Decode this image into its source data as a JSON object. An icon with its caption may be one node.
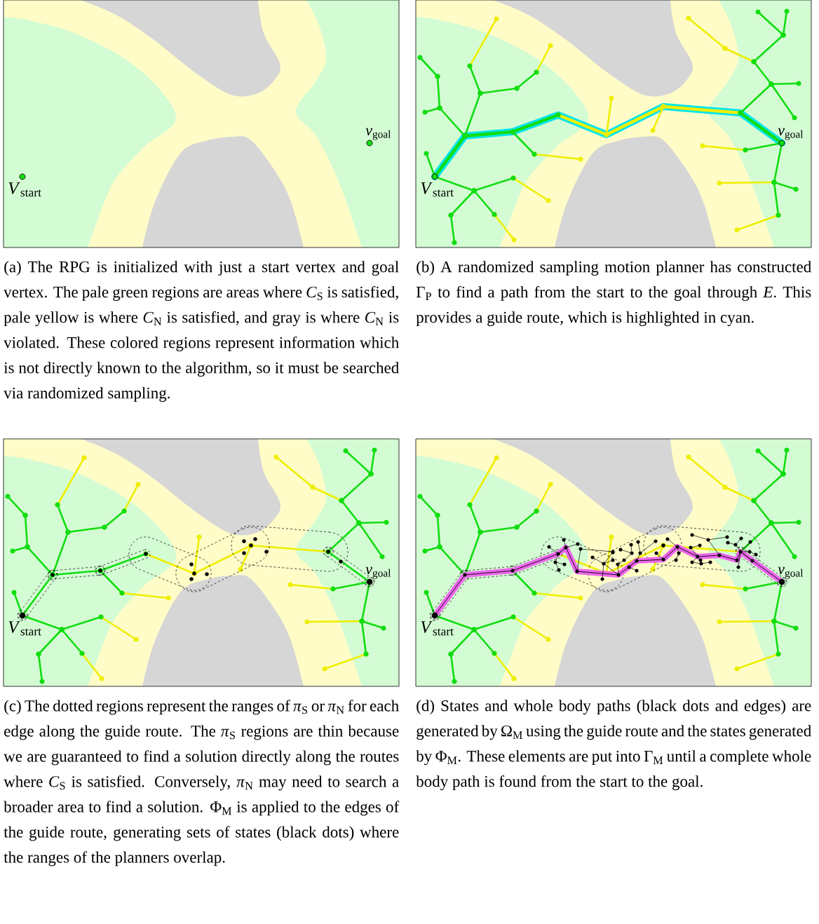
{
  "diagram": {
    "nodes": [
      {
        "text": [
          "*V*$_{start}$"
        ]
      },
      {
        "text": [
          "*v*$_{goal}$"
        ]
      },
      {
        "text": [
          "*V*$_{start}$"
        ]
      },
      {
        "text": [
          "*v*$_{goal}$"
        ]
      },
      {
        "text": [
          "*V*$_{start}$"
        ]
      },
      {
        "text": [
          "*v*$_{goal}$"
        ]
      },
      {
        "text": [
          "*V*$_{start}$"
        ]
      },
      {
        "text": [
          "*v*$_{goal}$"
        ]
      }
    ],
    "labels": [
      "(a) The RPG is initialized with just a start vertex and goal vertex. The pale green regions are areas where *C*$_{S}$ is satisfied, pale yellow is where *C*$_{N}$ is satisfied, and gray is where *C*$_{N}$ is violated. These colored regions represent information which is not directly known to the algorithm, so it must be searched via randomized sampling.",
      "(b) A randomized sampling motion planner has constructed Γ$_{P}$ to find a path from the start to the goal through *E*. This provides a guide route, which is highlighted in cyan.",
      "(c) The dotted regions represent the ranges of *π*$_{S}$ or *π*$_{N}$ for each edge along the guide route. The *π*$_{S}$ regions are thin because we are guaranteed to find a solution directly along the routes where *C*$_{S}$ is satisfied. Conversely, *π*$_{N}$ may need to search a broader area to find a solution. Φ$_{M}$ is applied to the edges of the guide route, generating sets of states (black dots) where the ranges of the planners overlap.",
      "(d) States and whole body paths (black dots and edges) are generated by Ω$_{M}$ using the guide route and the states generated by Φ$_{M}$. These elements are put into Γ$_{M}$ until a complete whole body path is found from the start to the goal."
    ]
  }
}
